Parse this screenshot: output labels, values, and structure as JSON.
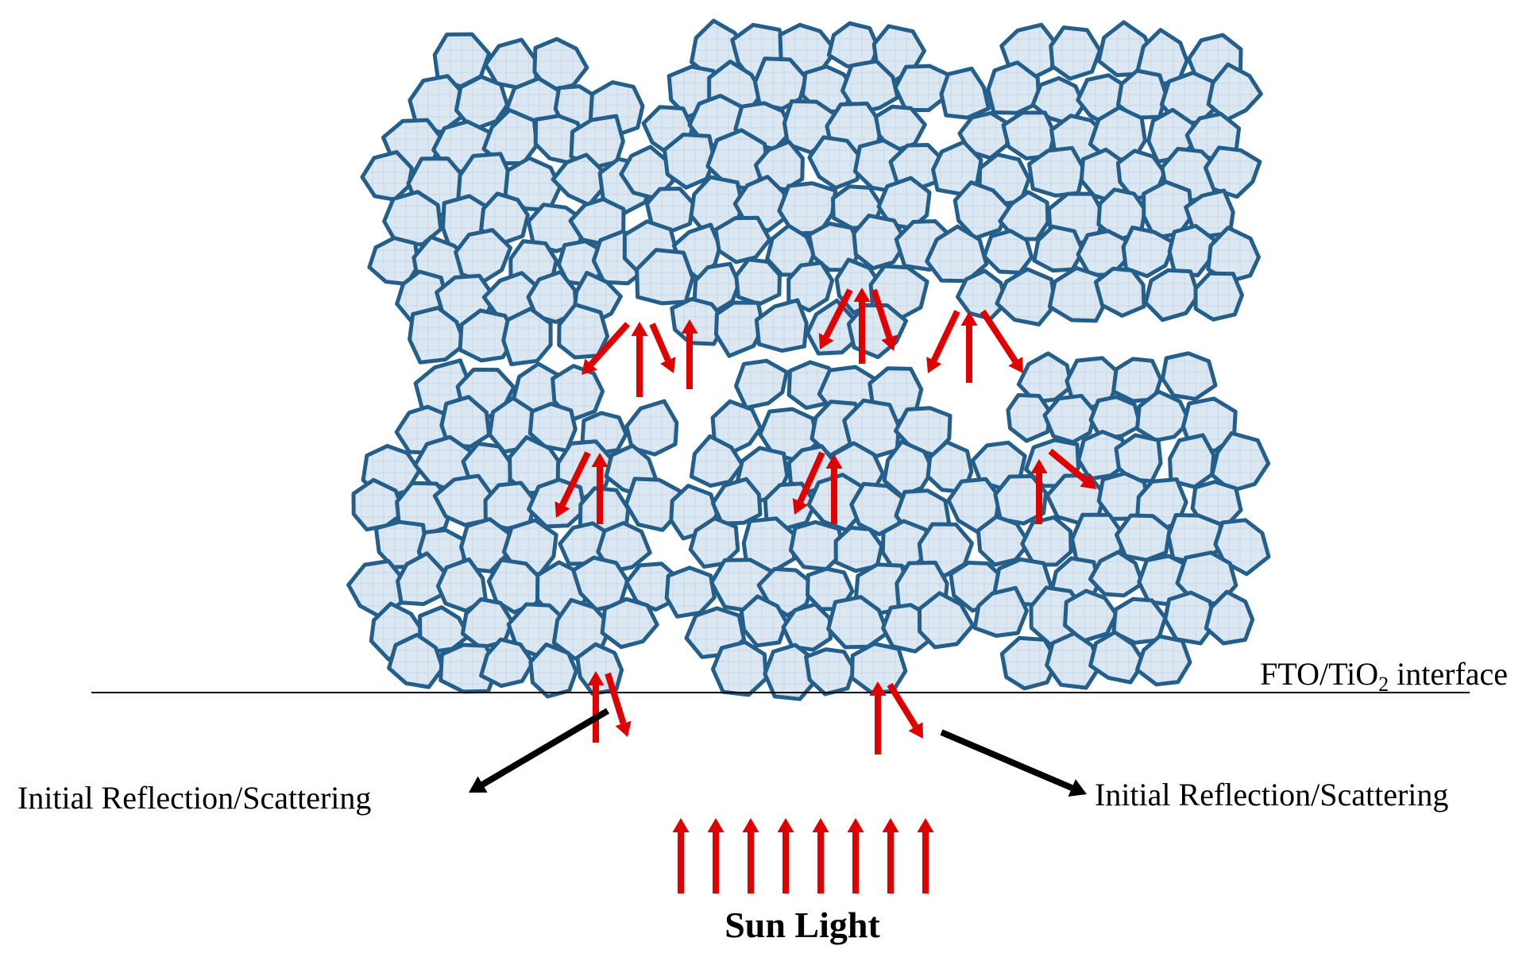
{
  "labels": {
    "interface_prefix": "FTO/TiO",
    "interface_subscript": "2",
    "interface_suffix": " interface",
    "left_reflection": "Initial Reflection/Scattering",
    "right_reflection": "Initial Reflection/Scattering",
    "sun_light": "Sun Light"
  },
  "colors": {
    "particle_fill": "#dbe7f1",
    "particle_stroke": "#245f8c",
    "arrow_red": "#e00000",
    "arrow_black": "#000000",
    "interface_line": "#000000"
  },
  "icons": {
    "light_ray": "red-arrow-icon",
    "reflection_pointer": "black-arrow-icon"
  }
}
